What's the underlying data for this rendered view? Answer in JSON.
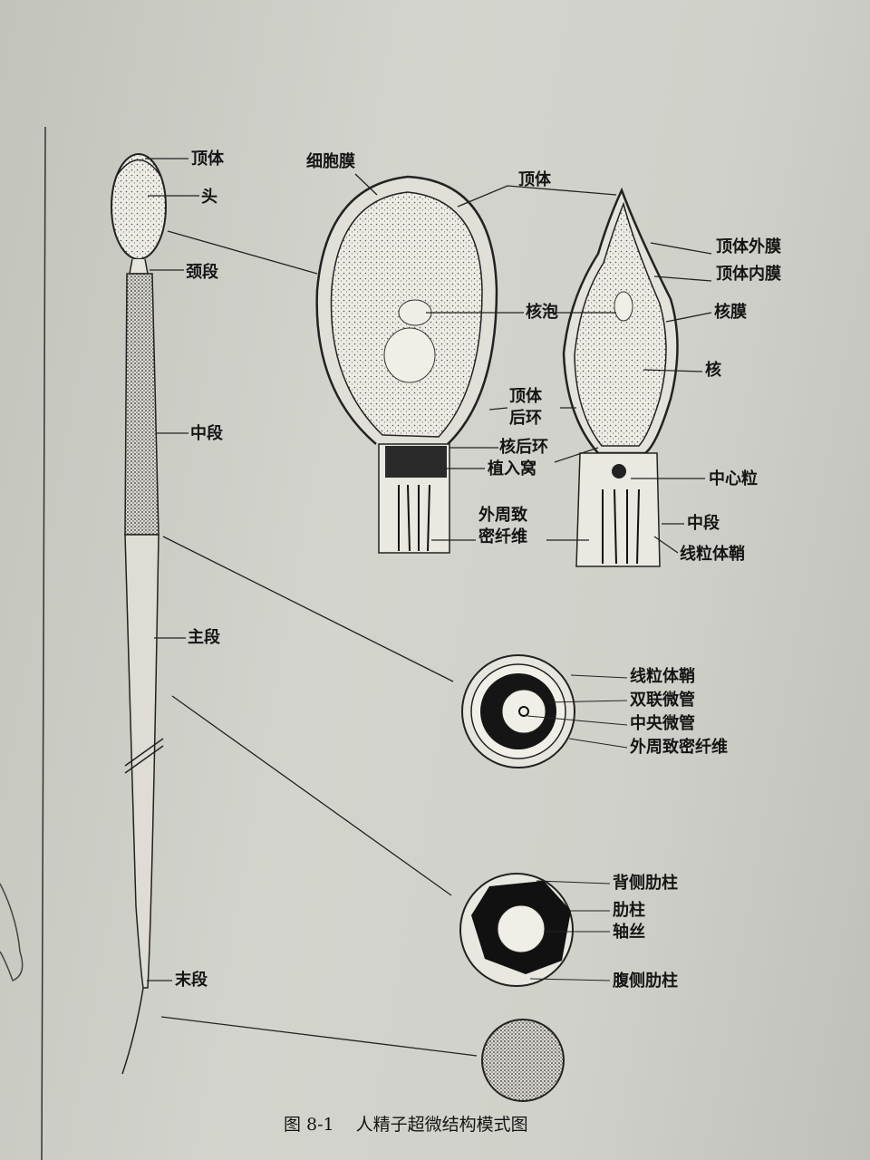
{
  "whole_sperm_labels": {
    "acrosome": "顶体",
    "head": "头",
    "neck": "颈段",
    "middle_piece": "中段",
    "principal_piece": "主段",
    "end_piece": "末段"
  },
  "head_longitudinal_section": {
    "cell_membrane": "细胞膜",
    "acrosome": "顶体",
    "nuclear_vacuole": "核泡",
    "postacrosomal_ring_line1": "顶体",
    "postacrosomal_ring_line2": "后环",
    "postnuclear_ring": "核后环",
    "implantation_fossa": "植入窝",
    "outer_dense_fiber_line1": "外周致",
    "outer_dense_fiber_line2": "密纤维"
  },
  "head_side_section": {
    "outer_acrosomal_membrane": "顶体外膜",
    "inner_acrosomal_membrane": "顶体内膜",
    "nuclear_membrane": "核膜",
    "nucleus": "核",
    "centriole": "中心粒",
    "middle_piece": "中段",
    "mitochondrial_sheath": "线粒体鞘"
  },
  "middle_piece_cross_section": {
    "mitochondrial_sheath": "线粒体鞘",
    "doublet_microtubules": "双联微管",
    "central_microtubules": "中央微管",
    "outer_dense_fibers": "外周致密纤维"
  },
  "principal_piece_cross_section": {
    "dorsal_column": "背侧肋柱",
    "column": "肋柱",
    "axoneme": "轴丝",
    "ventral_column": "腹侧肋柱"
  },
  "caption": {
    "number": "图 8-1",
    "title": "人精子超微结构模式图"
  }
}
